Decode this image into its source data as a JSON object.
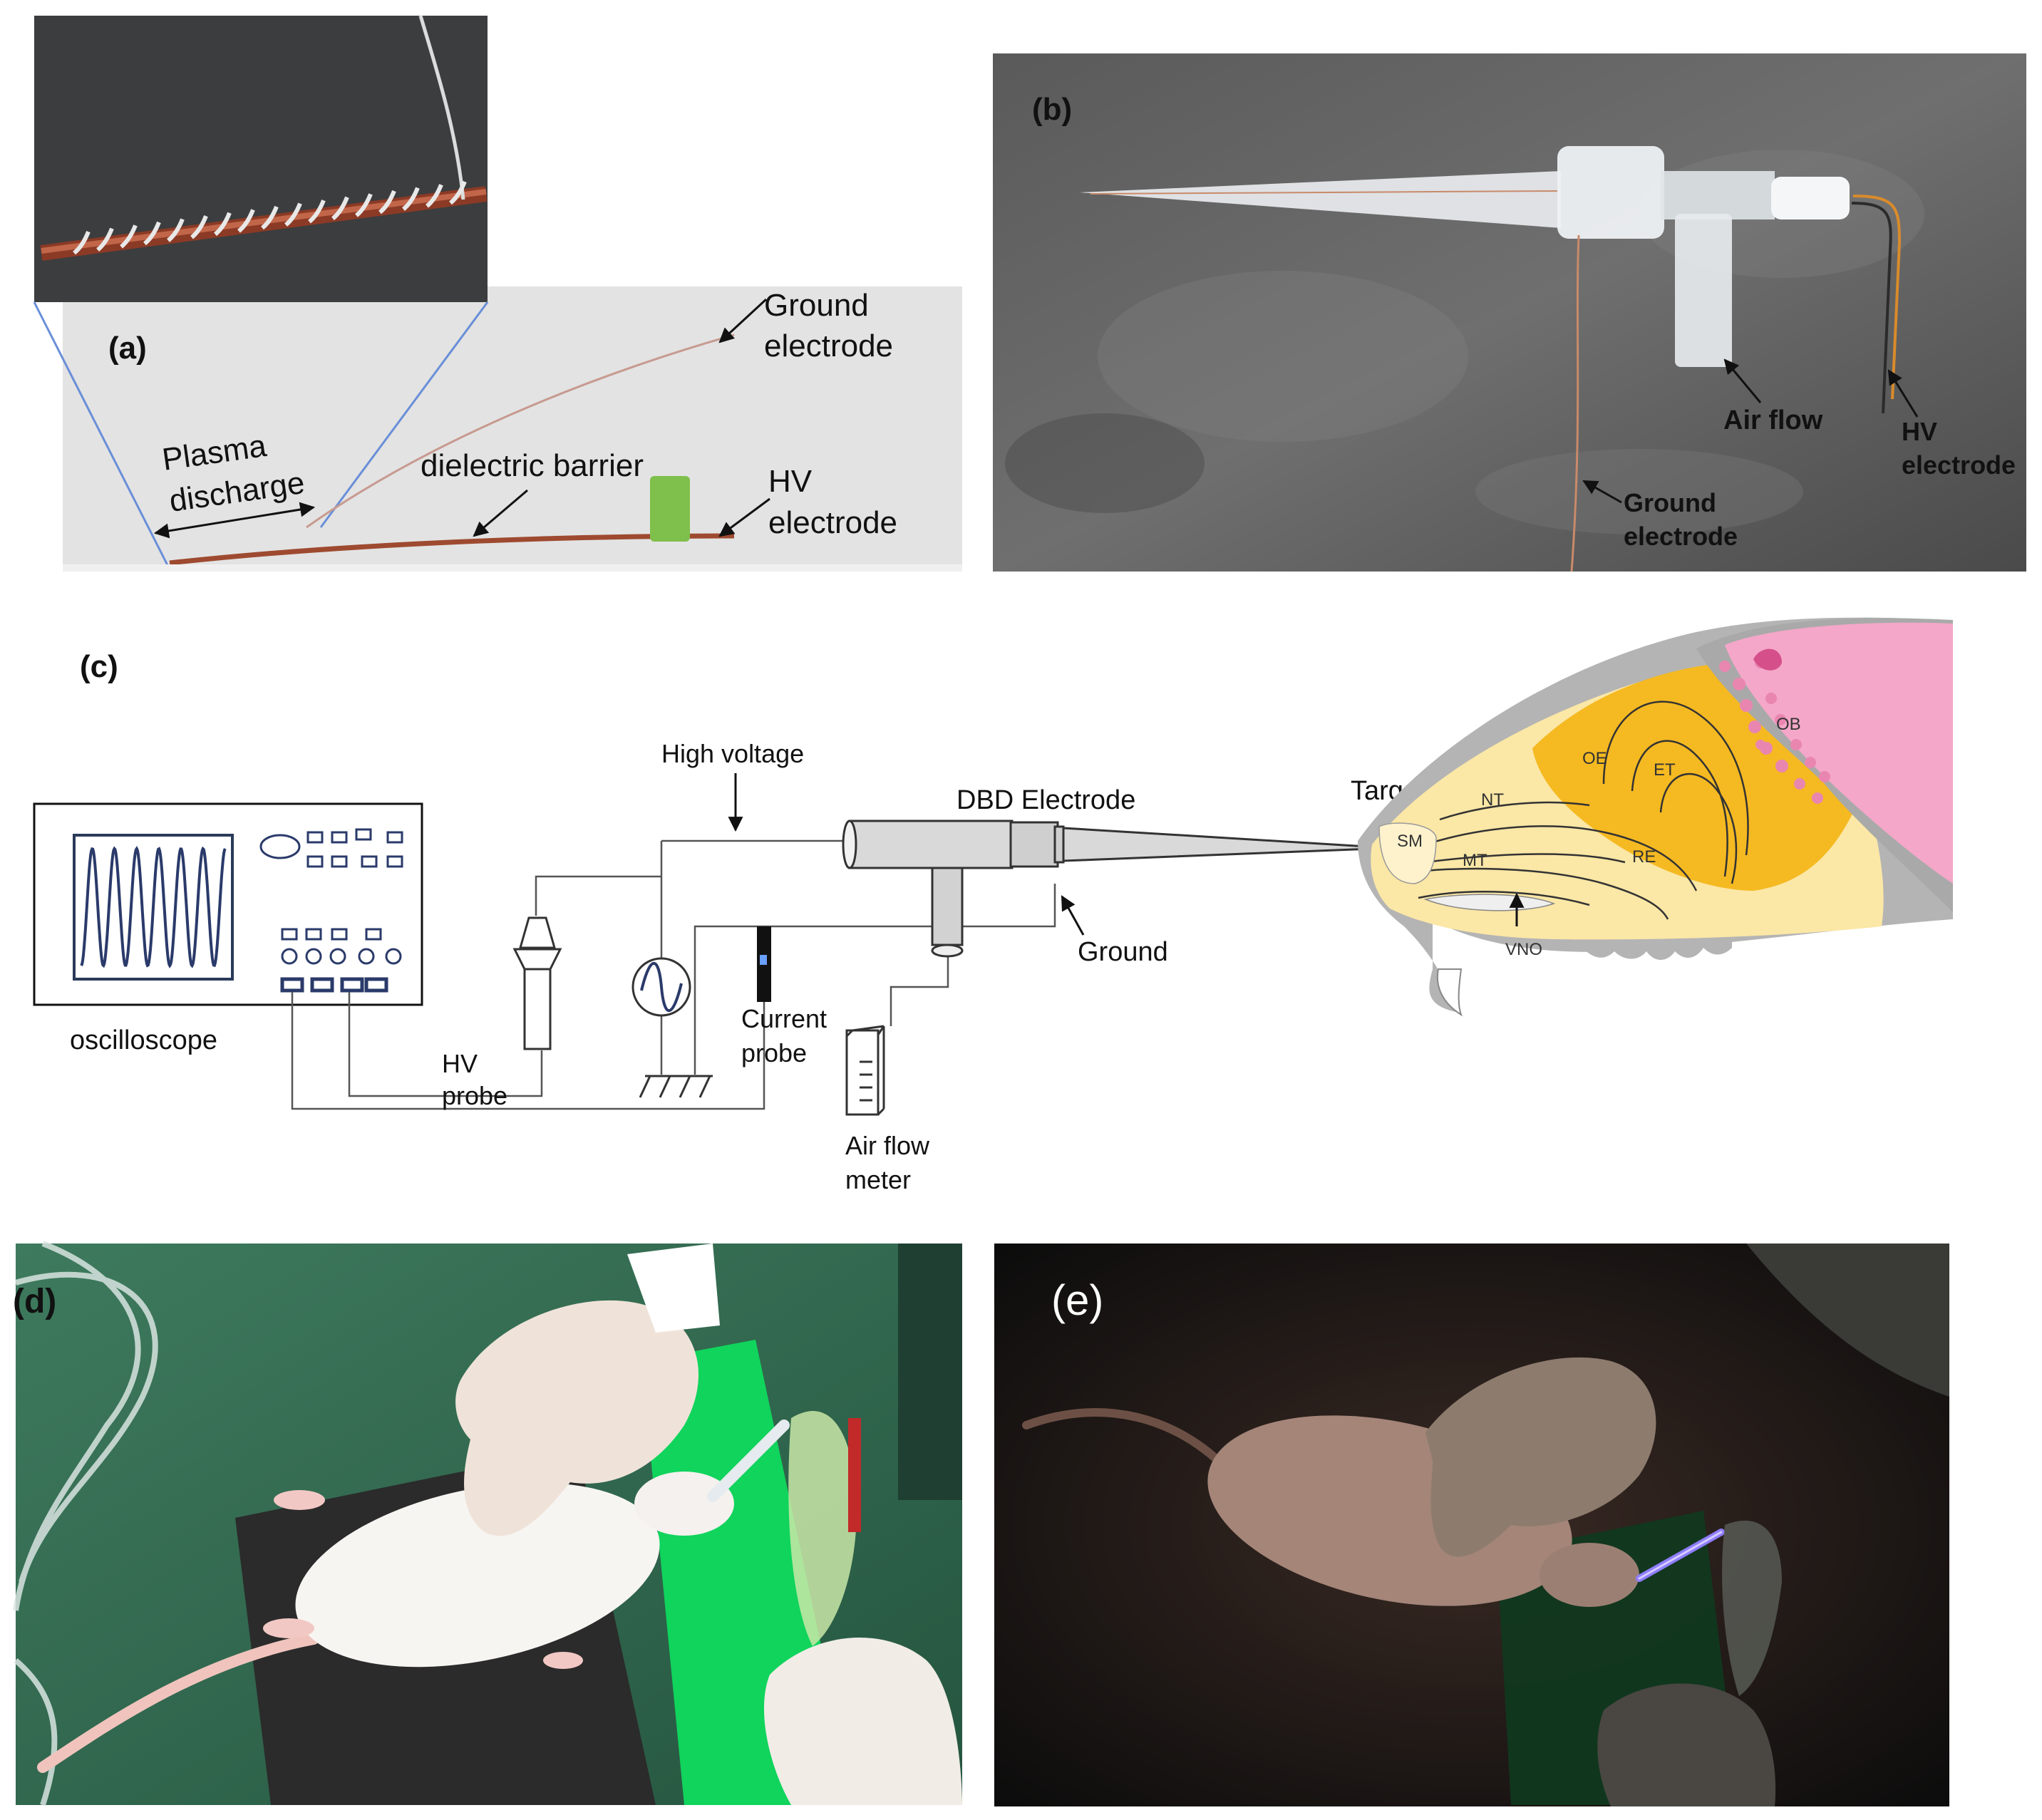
{
  "panels": {
    "a": {
      "tag": "(a)",
      "labels": {
        "ground_l1": "Ground",
        "ground_l2": "electrode",
        "plasma_l1": "Plasma",
        "plasma_l2": "discharge",
        "dielectric": "dielectric barrier",
        "hv_l1": "HV",
        "hv_l2": "electrode"
      }
    },
    "b": {
      "tag": "(b)",
      "labels": {
        "air_flow": "Air flow",
        "hv_l1": "HV",
        "hv_l2": "electrode",
        "ground_l1": "Ground",
        "ground_l2": "electrode"
      }
    },
    "c": {
      "tag": "(c)",
      "labels": {
        "high_voltage": "High voltage",
        "dbd_electrode": "DBD Electrode",
        "target": "Target",
        "ground": "Ground",
        "oscilloscope": "oscilloscope",
        "hv_probe_l1": "HV",
        "hv_probe_l2": "probe",
        "current_probe_l1": "Current",
        "current_probe_l2": "probe",
        "air_flow_meter_l1": "Air flow",
        "air_flow_meter_l2": "meter"
      },
      "anatomy": {
        "ob": "OB",
        "oe": "OE",
        "et": "ET",
        "nt": "NT",
        "sm": "SM",
        "mt": "MT",
        "re": "RE",
        "vno": "VNO"
      }
    },
    "d": {
      "tag": "(d)"
    },
    "e": {
      "tag": "(e)"
    }
  },
  "colors": {
    "olfactory_bulb": "#f4a7c8",
    "olfactory_epithelium": "#f5b921",
    "nasal_cavity": "#fbe7a6",
    "skull": "#b4b4b4",
    "background_green": "#2d6a4f",
    "dark_photo": "#141414",
    "plasma_purple": "#8f7dff"
  }
}
